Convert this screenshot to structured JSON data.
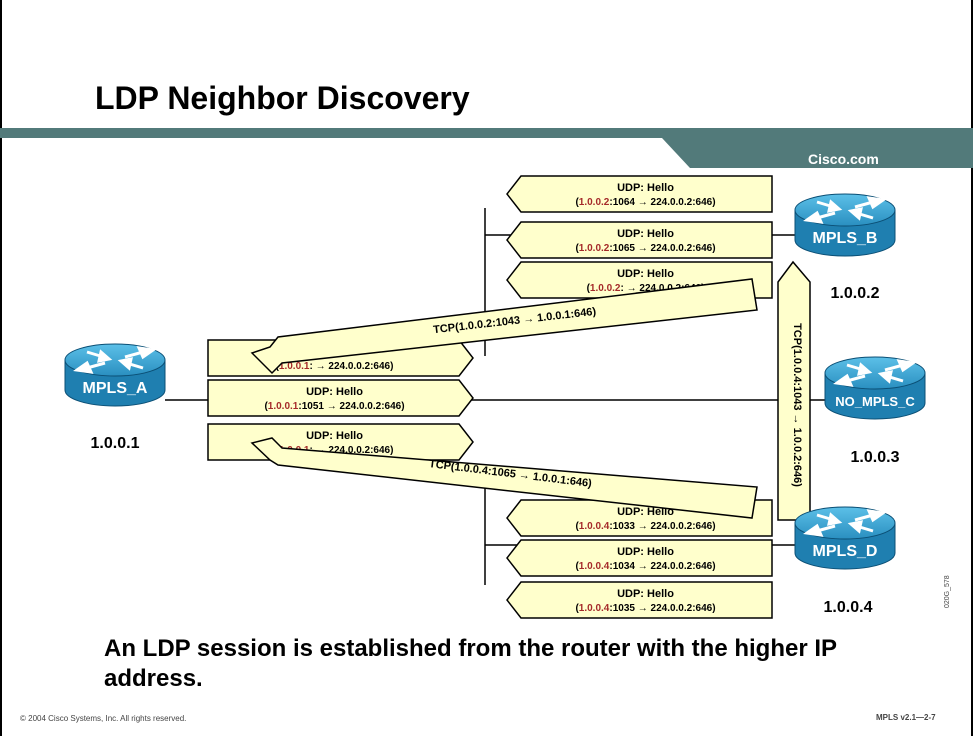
{
  "title": "LDP Neighbor Discovery",
  "brand": "Cisco.com",
  "caption": "An LDP session is established from the router with the higher IP address.",
  "footer": {
    "copyright": "© 2004 Cisco Systems, Inc. All rights reserved.",
    "course": "MPLS v2.1—2-7",
    "code": "020G_578"
  },
  "colors": {
    "banner": "#527a7a",
    "message_fill": "#ffffcc",
    "router_fill": "#3399cc",
    "address_red": "#a52a2a"
  },
  "routers": {
    "a": {
      "name": "MPLS_A",
      "ip": "1.0.0.1",
      "icon": "router-icon"
    },
    "b": {
      "name": "MPLS_B",
      "ip": "1.0.0.2",
      "icon": "router-icon"
    },
    "c": {
      "name": "NO_MPLS_C",
      "ip": "1.0.0.3",
      "icon": "router-icon"
    },
    "d": {
      "name": "MPLS_D",
      "ip": "1.0.0.4",
      "icon": "router-icon"
    }
  },
  "hello": {
    "label": "UDP: Hello",
    "arrow": "→",
    "dest": "224.0.0.2:646"
  },
  "messages": [
    {
      "src": "1.0.0.2",
      "port": "1064"
    },
    {
      "src": "1.0.0.2",
      "port": "1065"
    },
    {
      "src": "1.0.0.2",
      "port": ""
    },
    {
      "src": "1.0.0.1",
      "port": ""
    },
    {
      "src": "1.0.0.1",
      "port": "1051"
    },
    {
      "src": "1.0.0.1",
      "port": ""
    },
    {
      "src": "1.0.0.4",
      "port": "1033"
    },
    {
      "src": "1.0.0.4",
      "port": "1034"
    },
    {
      "src": "1.0.0.4",
      "port": "1035"
    }
  ],
  "tcp": {
    "b_to_a": "TCP(1.0.0.2:1043 → 1.0.0.1:646)",
    "d_to_a": "TCP(1.0.0.4:1065 → 1.0.0.1:646)",
    "d_to_b": "TCP(1.0.0.4:1043 → 1.0.0.2:646)"
  }
}
